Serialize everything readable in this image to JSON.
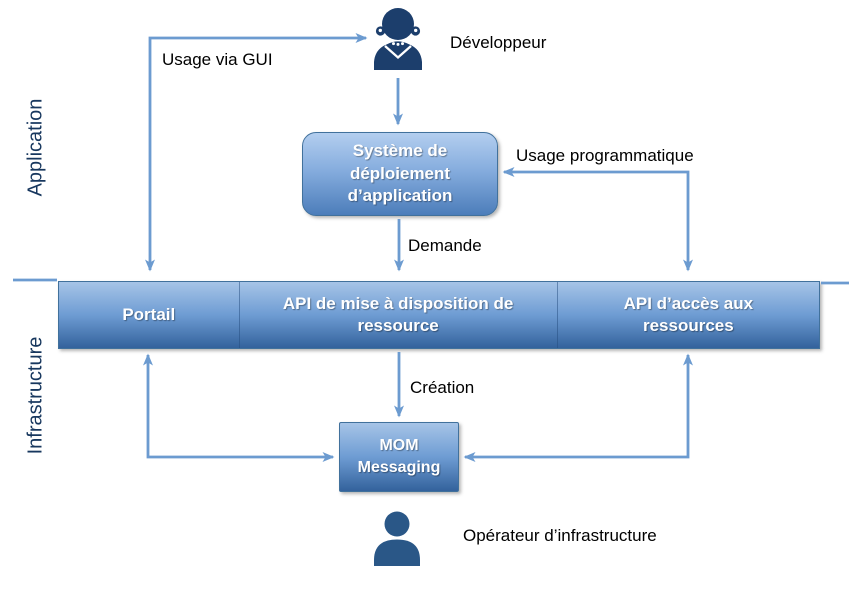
{
  "layers": {
    "application_label": "Application",
    "infrastructure_label": "Infrastructure"
  },
  "actors": {
    "developer": {
      "label": "Développeur",
      "icon": "female-person-icon"
    },
    "operator": {
      "label": "Opérateur d’infrastructure",
      "icon": "person-icon"
    }
  },
  "nodes": {
    "deployment_system": {
      "label": "Système de\ndéploiement\nd’application"
    },
    "portal": {
      "label": "Portail"
    },
    "provision_api": {
      "label": "API de mise à disposition de\nressource"
    },
    "access_api": {
      "label": "API  d’accès aux\nressources"
    },
    "mom": {
      "label": "MOM\nMessaging"
    }
  },
  "edges": {
    "usage_gui": {
      "label": "Usage via GUI",
      "from": "portal",
      "to": "developer",
      "bidirectional": true
    },
    "usage_programmatic": {
      "label": "Usage programmatique",
      "from": "access_api",
      "to": "deployment_system",
      "bidirectional": true
    },
    "developer_to_deployment": {
      "label": "",
      "from": "developer",
      "to": "deployment_system",
      "bidirectional": false
    },
    "request": {
      "label": "Demande",
      "from": "deployment_system",
      "to": "provision_api",
      "bidirectional": false
    },
    "creation": {
      "label": "Création",
      "from": "provision_api",
      "to": "mom",
      "bidirectional": false
    },
    "portal_mom": {
      "label": "",
      "from": "portal",
      "to": "mom",
      "bidirectional": true
    },
    "mom_access_api": {
      "label": "",
      "from": "mom",
      "to": "access_api",
      "bidirectional": true
    }
  },
  "colors": {
    "line": "#6C9BD0",
    "border": "#41719C",
    "bar_top": "#A6C4E7",
    "bar_mid": "#6E9CD3",
    "bar_bottom": "#33629C",
    "node_top": "#B3CEEF",
    "node_bottom": "#4C7DBA",
    "layer_label": "#17375E",
    "developer_icon": "#1C3E6C",
    "operator_icon": "#2A5787",
    "label_text": "#000000",
    "node_text": "#FFFFFF"
  }
}
